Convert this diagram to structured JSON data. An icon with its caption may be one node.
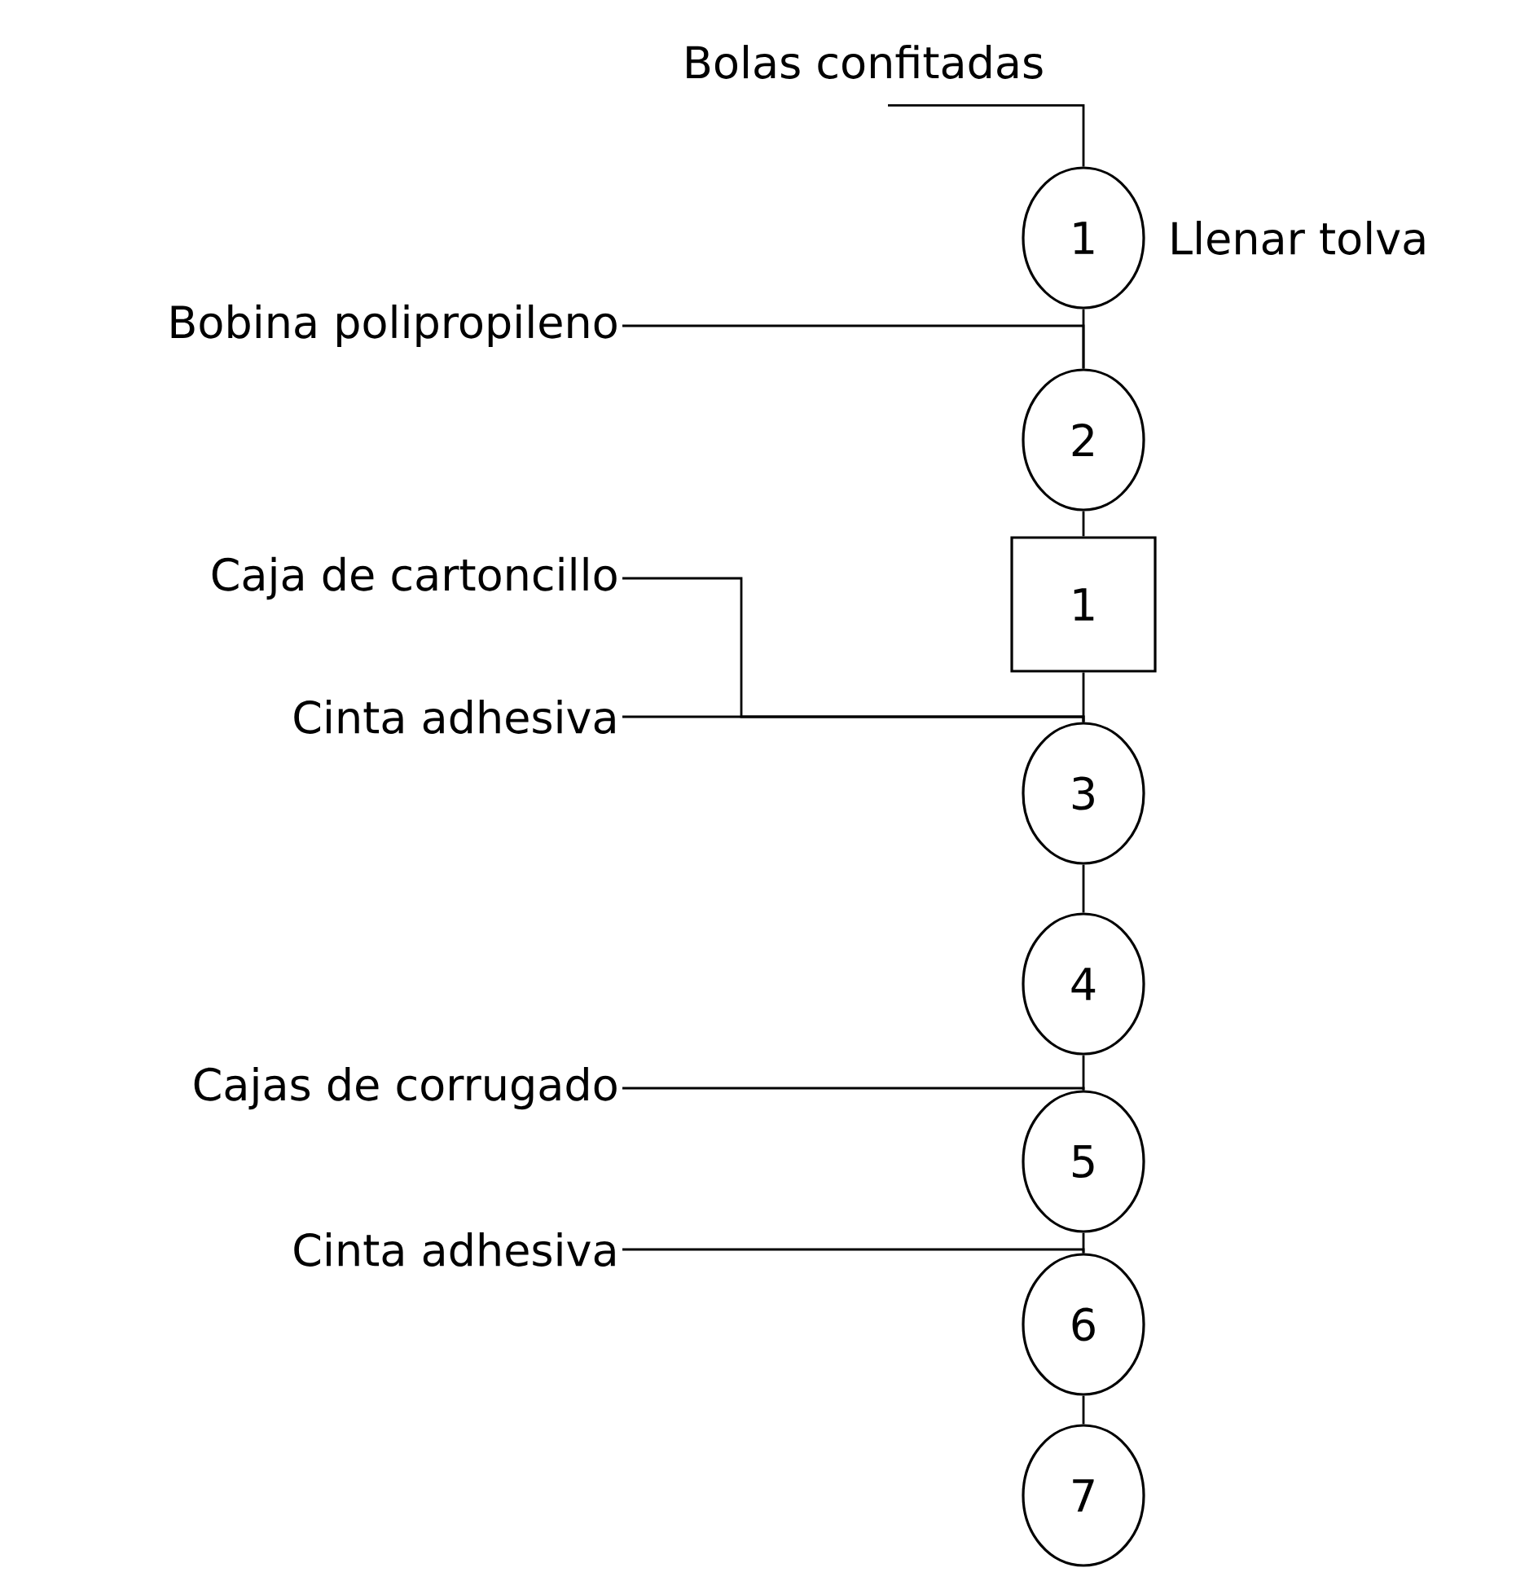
{
  "diagram": {
    "nodes": [
      {
        "text": [
          "Bolas confitadas"
        ]
      },
      {
        "text": [
          "1"
        ],
        "beside": [
          "Llenar tolva"
        ]
      },
      {
        "text": [
          "Bobina polipropileno"
        ]
      },
      {
        "text": [
          "2"
        ]
      },
      {
        "text": [
          "Caja de cartoncillo"
        ]
      },
      {
        "text": [
          "1"
        ]
      },
      {
        "text": [
          "Cinta adhesiva"
        ]
      },
      {
        "text": [
          "3"
        ]
      },
      {
        "text": [
          "4"
        ]
      },
      {
        "text": [
          "Cajas de corrugado"
        ]
      },
      {
        "text": [
          "5"
        ]
      },
      {
        "text": [
          "Cinta adhesiva"
        ]
      },
      {
        "text": [
          "6"
        ]
      },
      {
        "text": [
          "7"
        ]
      }
    ],
    "edges": [
      {
        "from": 0,
        "to": 1,
        "arrow": "none"
      },
      {
        "from": 1,
        "to": 3,
        "arrow": "none"
      },
      {
        "from": 2,
        "to": 3,
        "arrow": "none"
      },
      {
        "from": 3,
        "to": 5,
        "arrow": "none"
      },
      {
        "from": 5,
        "to": 7,
        "arrow": "none"
      },
      {
        "from": 4,
        "to": 7,
        "arrow": "none"
      },
      {
        "from": 6,
        "to": 7,
        "arrow": "none"
      },
      {
        "from": 7,
        "to": 8,
        "arrow": "none"
      },
      {
        "from": 8,
        "to": 10,
        "arrow": "none"
      },
      {
        "from": 9,
        "to": 10,
        "arrow": "none"
      },
      {
        "from": 10,
        "to": 12,
        "arrow": "none"
      },
      {
        "from": 11,
        "to": 12,
        "arrow": "none"
      },
      {
        "from": 12,
        "to": 13,
        "arrow": "none"
      }
    ]
  }
}
